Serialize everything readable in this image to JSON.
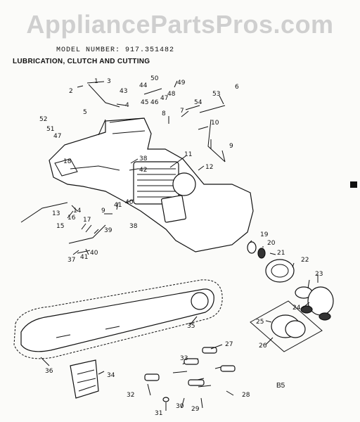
{
  "watermark": "AppliancePartsPros.com",
  "model_line": "MODEL NUMBER: 917.351482",
  "section_title": "LUBRICATION, CLUTCH AND CUTTING",
  "page_code": "B5",
  "callouts": [
    "1",
    "2",
    "3",
    "4",
    "5",
    "6",
    "7",
    "8",
    "9",
    "9",
    "10",
    "11",
    "12",
    "13",
    "14",
    "15",
    "16",
    "17",
    "18",
    "19",
    "20",
    "21",
    "22",
    "23",
    "24",
    "25",
    "26",
    "27",
    "28",
    "29",
    "30",
    "31",
    "32",
    "33",
    "34",
    "35",
    "36",
    "37",
    "38",
    "38",
    "39",
    "40",
    "40",
    "41",
    "41",
    "42",
    "43",
    "44",
    "45",
    "46",
    "47",
    "47",
    "48",
    "49",
    "50",
    "51",
    "52",
    "53",
    "54"
  ]
}
